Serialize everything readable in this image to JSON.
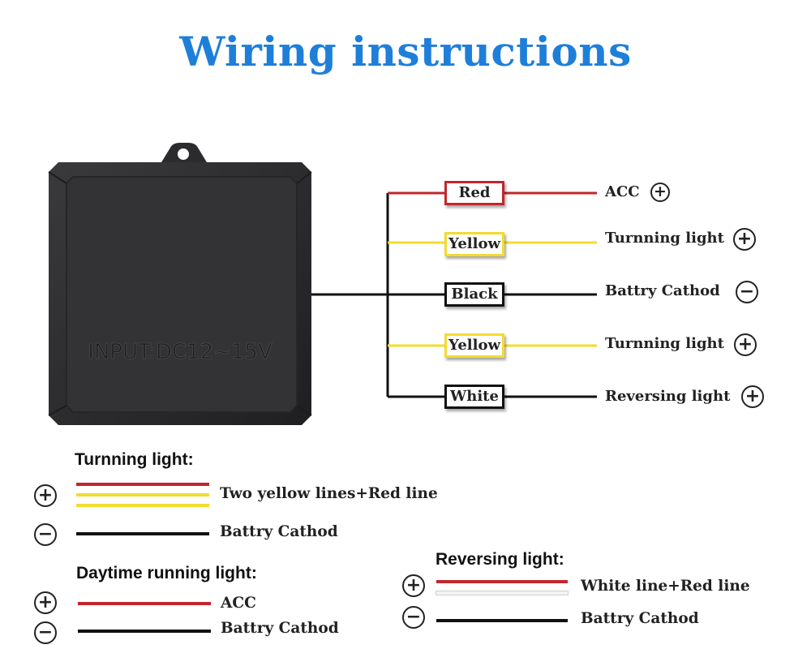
{
  "title": "Wiring instructions",
  "module": {
    "label": "INPUT:DC12~15V"
  },
  "wires": [
    {
      "color_name": "Red",
      "color": "#c0272d",
      "target": "ACC",
      "polarity": "+"
    },
    {
      "color_name": "Yellow",
      "color": "#f2dc2e",
      "target": "Turnning light",
      "polarity": "+"
    },
    {
      "color_name": "Black",
      "color": "#111111",
      "target": "Battry Cathod",
      "polarity": "−"
    },
    {
      "color_name": "Yellow",
      "color": "#f2dc2e",
      "target": "Turnning light",
      "polarity": "+"
    },
    {
      "color_name": "White",
      "color": "#f4f4f4",
      "target": "Reversing light",
      "polarity": "+"
    }
  ],
  "legends": {
    "turning": {
      "heading": "Turnning light:",
      "plus_symbol": "+",
      "plus_text": "Two yellow lines+Red line",
      "minus_symbol": "−",
      "minus_text": "Battry Cathod"
    },
    "daytime": {
      "heading": "Daytime running light:",
      "plus_symbol": "+",
      "plus_text": "ACC",
      "minus_symbol": "−",
      "minus_text": "Battry Cathod"
    },
    "reversing": {
      "heading": "Reversing light:",
      "plus_symbol": "+",
      "plus_text": "White line+Red line",
      "minus_symbol": "−",
      "minus_text": "Battry Cathod"
    }
  },
  "colors": {
    "title": "#1e7fd9",
    "red": "#c0272d",
    "yellow": "#f2dc2e",
    "black": "#111111",
    "white": "#f4f4f4"
  }
}
